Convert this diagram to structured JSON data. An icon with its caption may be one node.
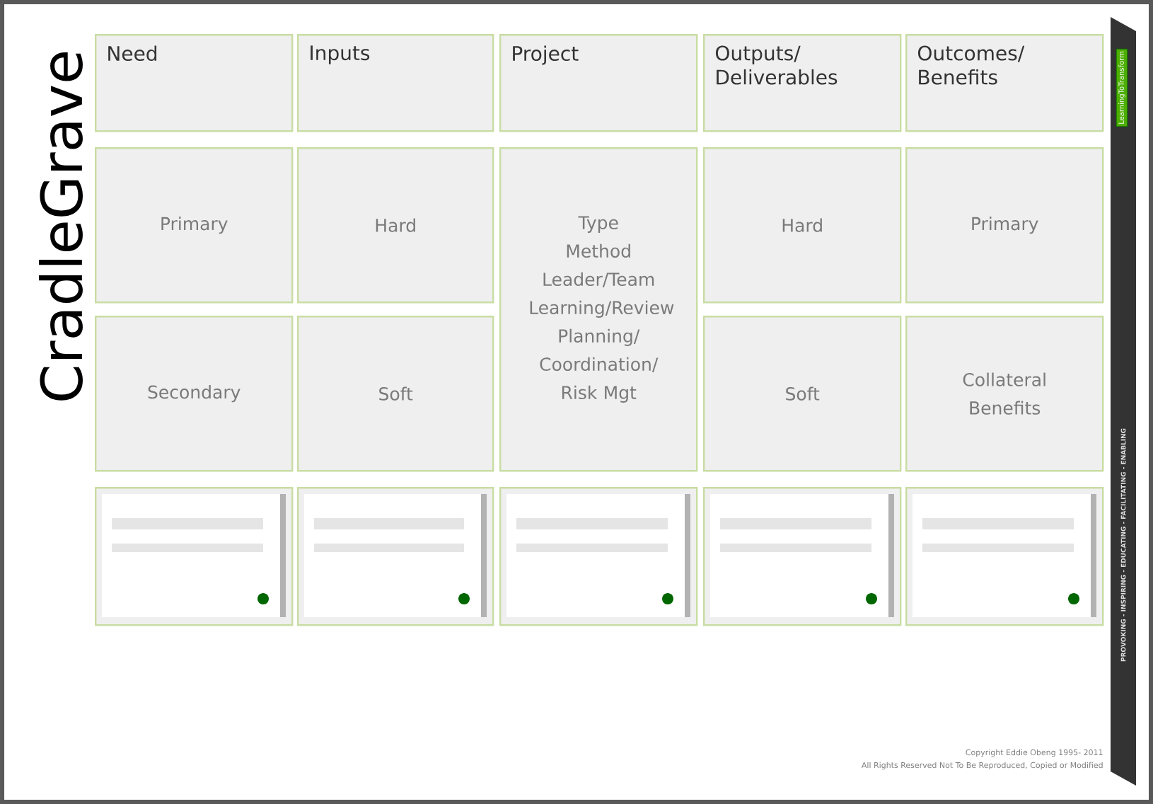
{
  "diagram": {
    "nodes": [
      {
        "text": [
          "Need"
        ]
      },
      {
        "text": [
          "Inputs"
        ]
      },
      {
        "text": [
          "Project"
        ]
      },
      {
        "text": [
          "Outputs/ Deliverables"
        ]
      },
      {
        "text": [
          "Outcomes/ Benefits"
        ]
      },
      {
        "text": [
          "Primary"
        ]
      },
      {
        "text": [
          "Hard"
        ]
      },
      {
        "text": [
          "Type",
          "Method",
          "Leader/Team",
          "Learning/Review",
          "Planning/ Coordination/ Risk Mgt"
        ]
      },
      {
        "text": [
          "Hard"
        ]
      },
      {
        "text": [
          "Primary"
        ]
      },
      {
        "text": [
          "Secondary"
        ]
      },
      {
        "text": [
          "Soft"
        ]
      },
      {
        "text": [
          "Soft"
        ]
      },
      {
        "text": [
          "Collateral Benefits"
        ]
      },
      {
        "text": [],
        "shape": "picture"
      },
      {
        "text": [],
        "shape": "picture"
      },
      {
        "text": [],
        "shape": "picture"
      },
      {
        "text": [],
        "shape": "picture"
      },
      {
        "text": [],
        "shape": "picture"
      }
    ],
    "edges": [],
    "labels": [
      "CradleGrave",
      "LearningToTransform",
      "PROVOKING - INSPIRING - EDUCATING - FACILITATING - ENABLING",
      "Copyright Eddie Obeng 1995- 2011",
      "All Rights Reserved  Not To Be Reproduced, Copied or Modified"
    ]
  }
}
